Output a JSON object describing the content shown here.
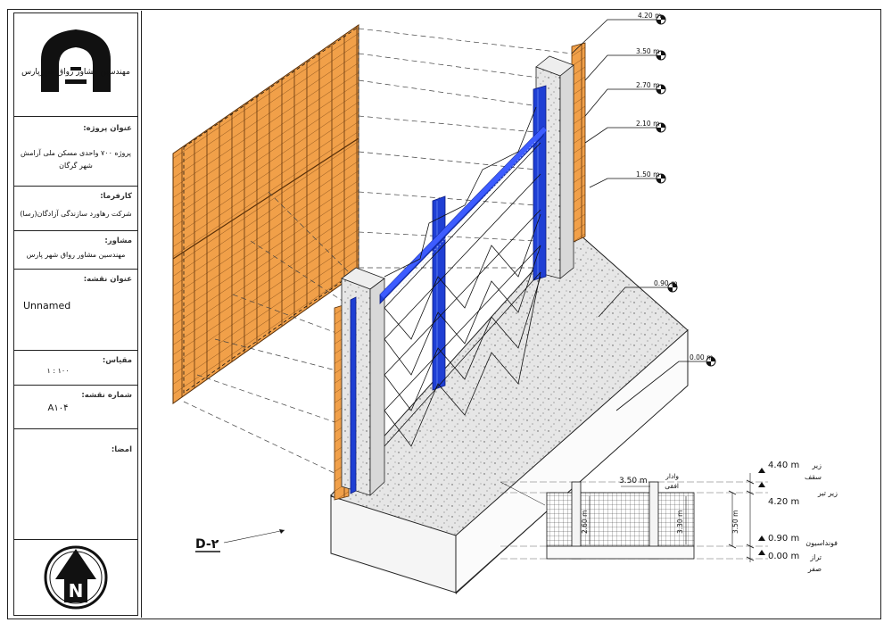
{
  "title_block": {
    "logo_text": "مهندسین مشاور رواق شهرپارس",
    "project_label": "عنوان پروژه:",
    "project_value_line1": "پروژه ۷۰۰ واحدی مسکن ملی آرامش",
    "project_value_line2": "شهر گرگان",
    "employer_label": "کارفرما:",
    "employer_value": "شرکت رهاورد سازندگی آزادگان(رسا)",
    "consultant_label": "مشاور:",
    "consultant_value": "مهندسین مشاور رواق شهر پارس",
    "sheet_title_label": "عنوان نقشه:",
    "sheet_title_value": "Unnamed",
    "scale_label": "مقیاس:",
    "scale_value": "۱ : ۱۰۰",
    "sheet_number_label": "شماره نقشه:",
    "sheet_number_value": "A۱۰۴",
    "signature_label": "امضا:",
    "north_letter": "N"
  },
  "drawing": {
    "levels_3d": [
      "4.20 m",
      "3.50 m",
      "2.70 m",
      "2.10 m",
      "1.50 m",
      "0.90 m",
      "0.00 m"
    ],
    "section_mark": "D-۲",
    "section": {
      "right_levels": [
        {
          "value": "4.40 m",
          "label_line1": "زیر",
          "label_line2": "سقف"
        },
        {
          "value": "4.20 m",
          "label_line1": "زیر تیر",
          "label_line2": ""
        },
        {
          "value": "0.90 m",
          "label_line1": "فونداسیون",
          "label_line2": ""
        },
        {
          "value": "0.00 m",
          "label_line1": "تراز",
          "label_line2": "صفر"
        }
      ],
      "top_dim": "3.50 m",
      "top_note_line1": "وادار",
      "top_note_line2": "افقی",
      "dim_left": "2.60 m",
      "dim_mid": "3.30 m",
      "dim_right": "3.50 m"
    }
  }
}
